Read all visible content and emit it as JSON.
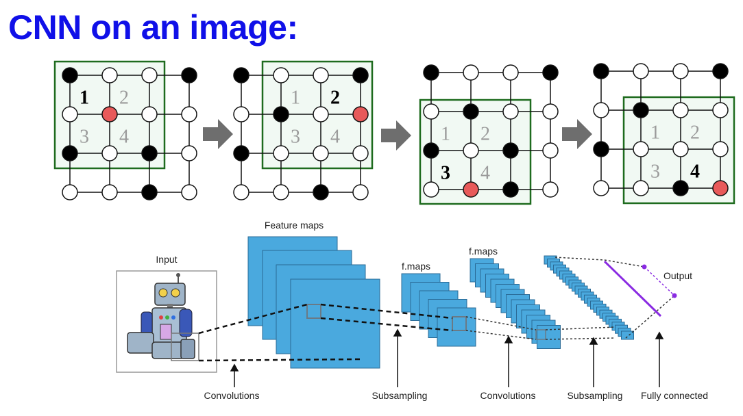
{
  "title": "CNN on an image:",
  "colors": {
    "title": "#1010e8",
    "window_border": "#1e6b1e",
    "window_fill": "#f1f9f3",
    "active_node": "#e85a5a",
    "filled_node": "#000000",
    "open_node": "#ffffff",
    "arrow": "#6e6e6e",
    "feature_map": "#4aa9de",
    "fully_connected": "#8a2be2"
  },
  "grid_steps": [
    {
      "active": "1",
      "labels": [
        "1",
        "2",
        "3",
        "4"
      ],
      "filled_nodes": [
        [
          0,
          0
        ],
        [
          3,
          0
        ],
        [
          0,
          2
        ],
        [
          2,
          2
        ],
        [
          2,
          3
        ]
      ]
    },
    {
      "active": "2",
      "labels": [
        "1",
        "2",
        "3",
        "4"
      ],
      "filled_nodes": [
        [
          0,
          0
        ],
        [
          3,
          0
        ],
        [
          1,
          1
        ],
        [
          0,
          2
        ],
        [
          2,
          3
        ]
      ]
    },
    {
      "active": "3",
      "labels": [
        "1",
        "2",
        "3",
        "4"
      ],
      "filled_nodes": [
        [
          0,
          0
        ],
        [
          3,
          0
        ],
        [
          1,
          1
        ],
        [
          0,
          2
        ],
        [
          2,
          2
        ],
        [
          2,
          3
        ]
      ]
    },
    {
      "active": "4",
      "labels": [
        "1",
        "2",
        "3",
        "4"
      ],
      "filled_nodes": [
        [
          0,
          0
        ],
        [
          3,
          0
        ],
        [
          1,
          1
        ],
        [
          0,
          2
        ],
        [
          2,
          3
        ]
      ]
    }
  ],
  "pipeline": {
    "input_label": "Input",
    "feature_maps_label": "Feature maps",
    "fmaps_label_1": "f.maps",
    "fmaps_label_2": "f.maps",
    "output_label": "Output",
    "stages": [
      "Convolutions",
      "Subsampling",
      "Convolutions",
      "Subsampling",
      "Fully connected"
    ]
  }
}
